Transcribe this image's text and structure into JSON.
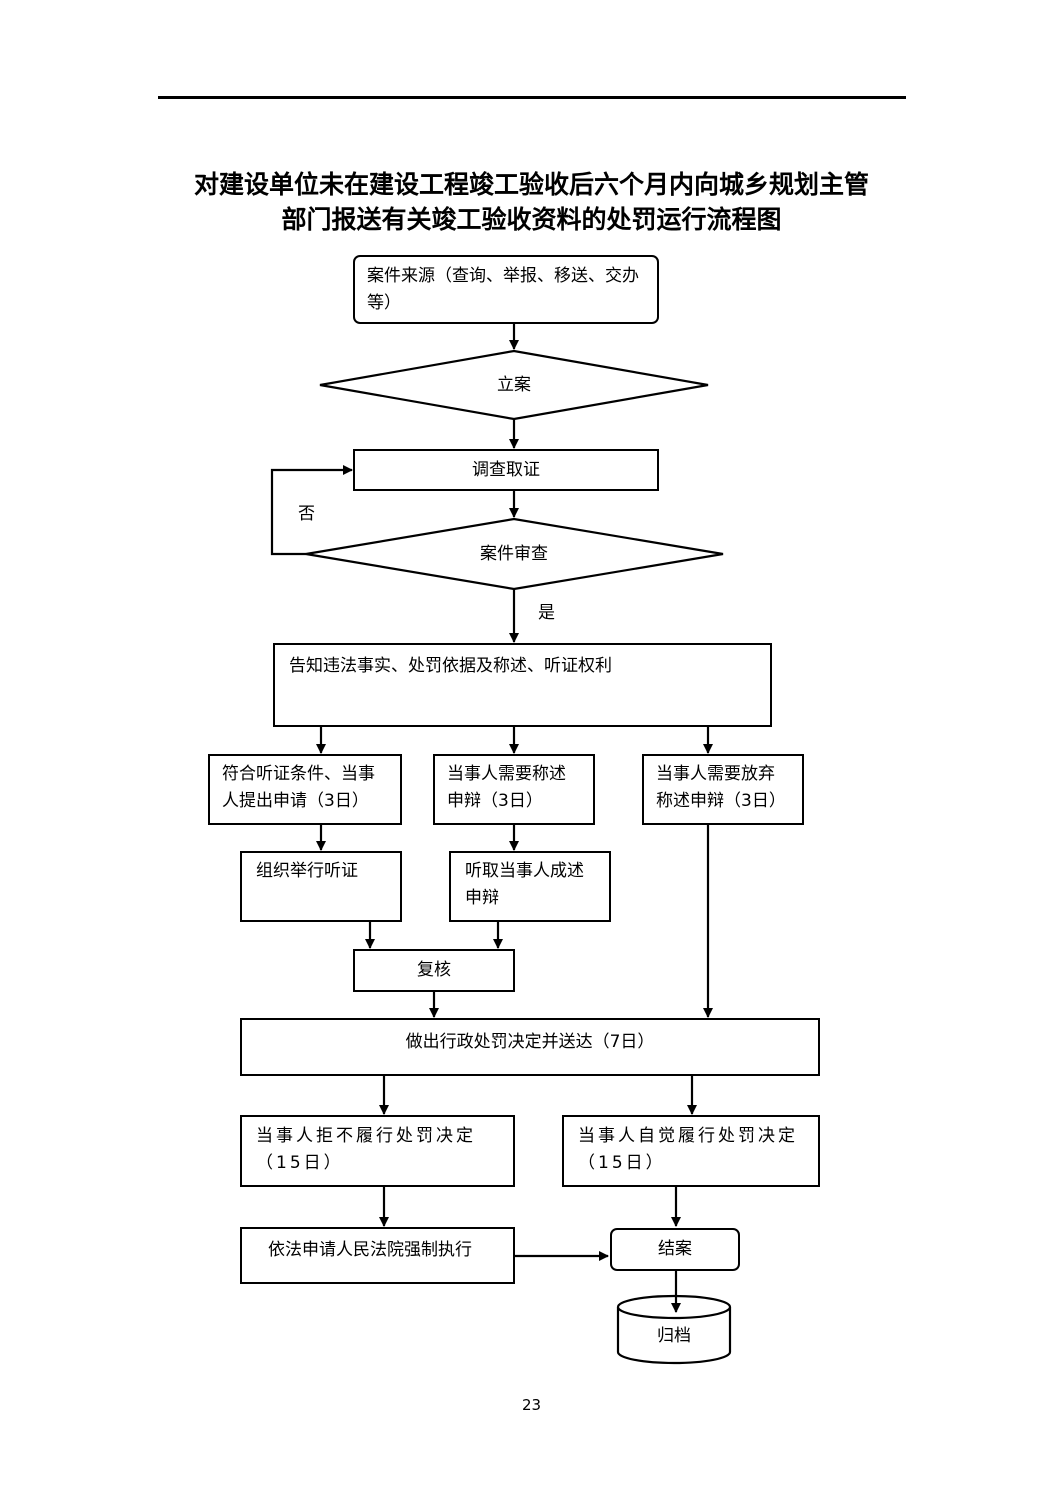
{
  "title": {
    "line1": "对建设单位未在建设工程竣工验收后六个月内向城乡规划主管",
    "line2": "部门报送有关竣工验收资料的处罚运行流程图"
  },
  "nodes": {
    "source": "案件来源（查询、举报、移送、交办等）",
    "register": "立案",
    "investigate": "调查取证",
    "review": "案件审查",
    "notify": "告知违法事实、处罚依据及称述、听证权利",
    "hearing_request": "符合听证条件、当事人提出申请（3日）",
    "defense_request": "当事人需要称述申辩（3日）",
    "waive": "当事人需要放弃称述申辩（3日）",
    "hold_hearing": "组织举行听证",
    "hear_defense": "听取当事人成述申辩",
    "recheck": "复核",
    "decision": "做出行政处罚决定并送达（7日）",
    "refuse": "当事人拒不履行处罚决定（15日）",
    "comply": "当事人自觉履行处罚决定（15日）",
    "court": "依法申请人民法院强制执行",
    "close": "结案",
    "archive": "归档"
  },
  "edge_labels": {
    "no": "否",
    "yes": "是"
  },
  "page_number": "23"
}
